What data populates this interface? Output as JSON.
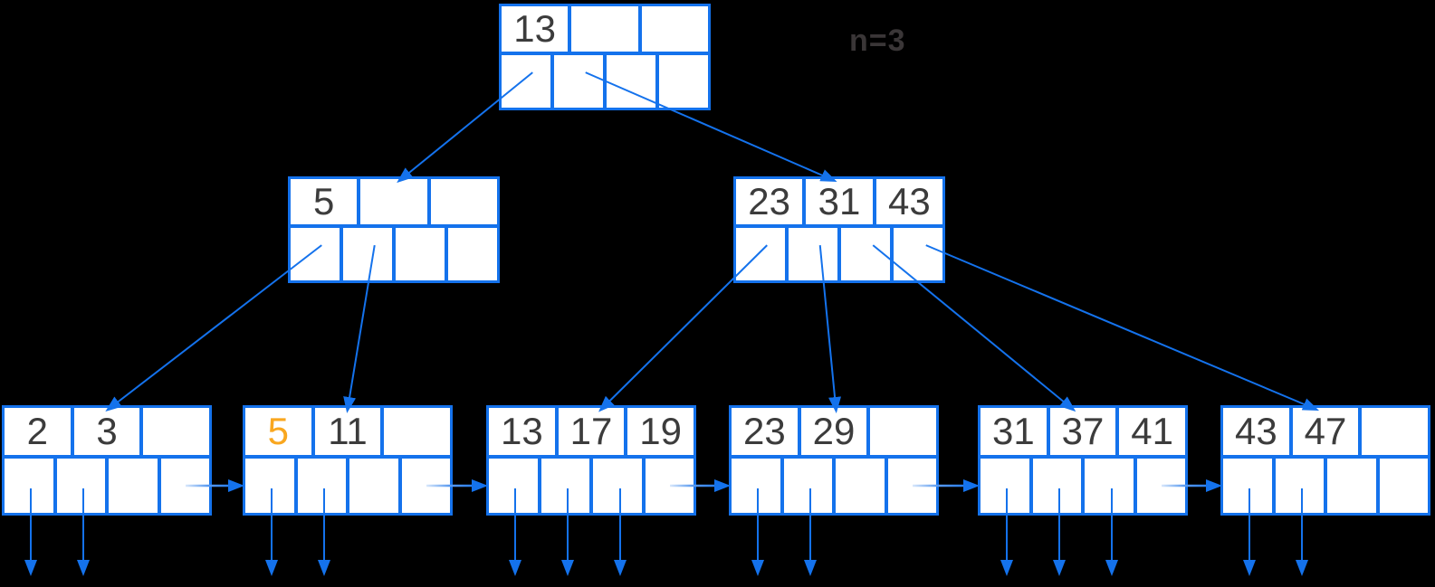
{
  "annotation": {
    "text": "n=3"
  },
  "colors": {
    "background": "#000000",
    "node_border": "#1472EC",
    "node_fill": "#FFFFFF",
    "key_text": "#3C3C3C",
    "highlight_key_text": "#F9A71F",
    "arrow": "#1472EC",
    "label_text": "#3A3637"
  },
  "nodes": {
    "root": {
      "level": "root",
      "keys": [
        "13",
        "",
        ""
      ]
    },
    "internal_left": {
      "level": "internal",
      "keys": [
        "5",
        "",
        ""
      ]
    },
    "internal_right": {
      "level": "internal",
      "keys": [
        "23",
        "31",
        "43"
      ]
    },
    "leaf_1": {
      "level": "leaf",
      "keys": [
        "2",
        "3",
        ""
      ]
    },
    "leaf_2": {
      "level": "leaf",
      "keys": [
        "5",
        "11",
        ""
      ],
      "highlight_index": 0
    },
    "leaf_3": {
      "level": "leaf",
      "keys": [
        "13",
        "17",
        "19"
      ]
    },
    "leaf_4": {
      "level": "leaf",
      "keys": [
        "23",
        "29",
        ""
      ]
    },
    "leaf_5": {
      "level": "leaf",
      "keys": [
        "31",
        "37",
        "41"
      ]
    },
    "leaf_6": {
      "level": "leaf",
      "keys": [
        "43",
        "47",
        ""
      ]
    }
  },
  "child_pointers": [
    {
      "from": "root",
      "slot": 0,
      "to": "internal_left"
    },
    {
      "from": "root",
      "slot": 1,
      "to": "internal_right"
    },
    {
      "from": "internal_left",
      "slot": 0,
      "to": "leaf_1"
    },
    {
      "from": "internal_left",
      "slot": 1,
      "to": "leaf_2"
    },
    {
      "from": "internal_right",
      "slot": 0,
      "to": "leaf_3"
    },
    {
      "from": "internal_right",
      "slot": 1,
      "to": "leaf_4"
    },
    {
      "from": "internal_right",
      "slot": 2,
      "to": "leaf_5"
    },
    {
      "from": "internal_right",
      "slot": 3,
      "to": "leaf_6"
    }
  ],
  "sibling_pointers": [
    {
      "from": "leaf_1",
      "to": "leaf_2"
    },
    {
      "from": "leaf_2",
      "to": "leaf_3"
    },
    {
      "from": "leaf_3",
      "to": "leaf_4"
    },
    {
      "from": "leaf_4",
      "to": "leaf_5"
    },
    {
      "from": "leaf_5",
      "to": "leaf_6"
    }
  ],
  "record_pointers": {
    "leaf_1": [
      0,
      1
    ],
    "leaf_2": [
      0,
      1
    ],
    "leaf_3": [
      0,
      1,
      2
    ],
    "leaf_4": [
      0,
      1
    ],
    "leaf_5": [
      0,
      1,
      2
    ],
    "leaf_6": [
      0,
      1
    ]
  }
}
